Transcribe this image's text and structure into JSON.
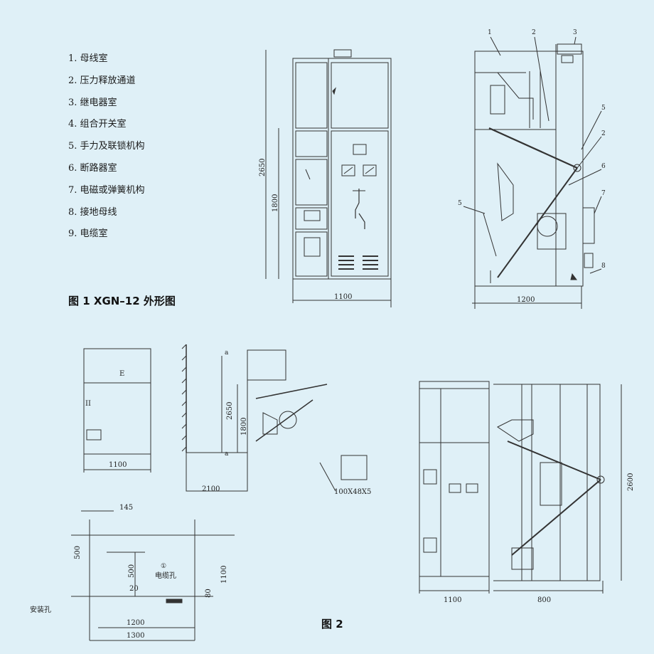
{
  "legend": {
    "items": [
      "1. 母线室",
      "2. 压力释放通道",
      "3. 继电器室",
      "4. 组合开关室",
      "5. 手力及联锁机构",
      "6. 断路器室",
      "7. 电磁或弹簧机构",
      "8. 接地母线",
      "9. 电缆室"
    ]
  },
  "captions": {
    "fig1": "图 1 XGN–12 外形图",
    "fig2": "图 2"
  },
  "fig1": {
    "front": {
      "width_label": "1100",
      "height_label": "2650",
      "inner_height_label": "1800"
    },
    "side": {
      "width_label": "1200",
      "callouts": [
        "1",
        "2",
        "3",
        "5",
        "2",
        "6",
        "7",
        "8",
        "5"
      ]
    }
  },
  "fig2": {
    "front_small": {
      "width_label": "1100",
      "panel_label": "E",
      "mark_label": "II"
    },
    "section": {
      "height_label": "2650",
      "inner_label": "1800",
      "bottom_label": "2100",
      "channel_label": "100X48X5",
      "dim_marks": [
        "a",
        "a"
      ]
    },
    "plan": {
      "top_label": "145",
      "left_label": "500",
      "mid_label": "500",
      "right_label": "1100",
      "small_label": "20",
      "note_label": "电缆孔",
      "left_note": "安装孔",
      "bottom_small_label": "80",
      "inner_width_label": "1200",
      "outer_width_label": "1300",
      "marker": "①"
    },
    "large": {
      "left_width_label": "1100",
      "right_width_label": "800",
      "height_label": "2600"
    }
  }
}
